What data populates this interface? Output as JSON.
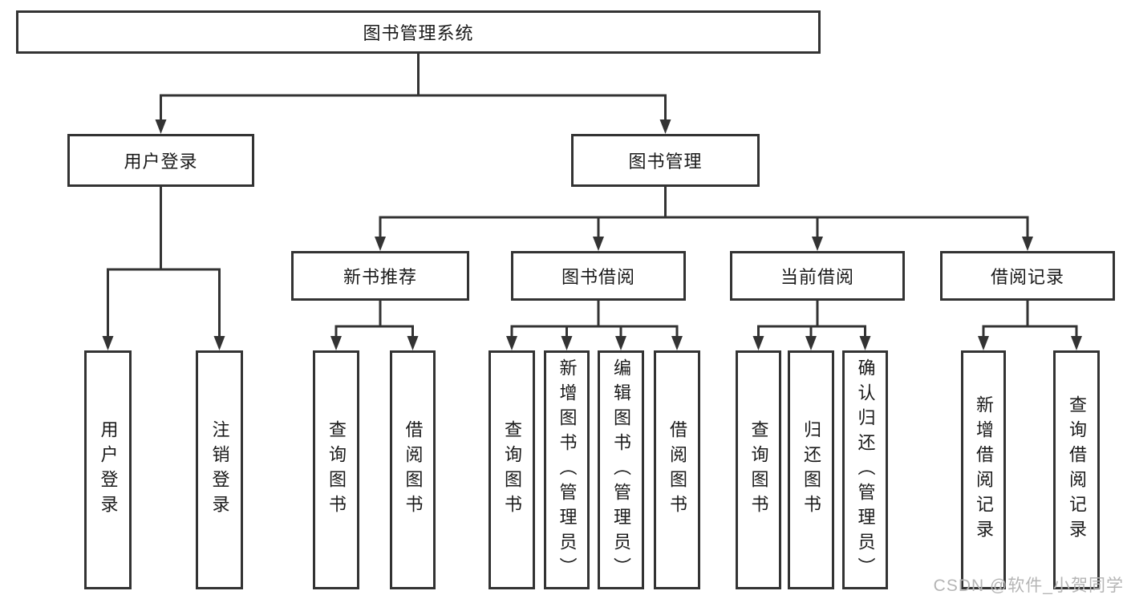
{
  "tree": {
    "label": "图书管理系统",
    "children": [
      {
        "label": "用户登录",
        "children": [
          {
            "label": "用户登录"
          },
          {
            "label": "注销登录"
          }
        ]
      },
      {
        "label": "图书管理",
        "children": [
          {
            "label": "新书推荐",
            "children": [
              {
                "label": "查询图书"
              },
              {
                "label": "借阅图书"
              }
            ]
          },
          {
            "label": "图书借阅",
            "children": [
              {
                "label": "查询图书"
              },
              {
                "label": "新增图书（管理员）"
              },
              {
                "label": "编辑图书（管理员）"
              },
              {
                "label": "借阅图书"
              }
            ]
          },
          {
            "label": "当前借阅",
            "children": [
              {
                "label": "查询图书"
              },
              {
                "label": "归还图书"
              },
              {
                "label": "确认归还（管理员）"
              }
            ]
          },
          {
            "label": "借阅记录",
            "children": [
              {
                "label": "新增借阅记录"
              },
              {
                "label": "查询借阅记录"
              }
            ]
          }
        ]
      }
    ]
  },
  "watermark": {
    "text": "CSDN @软件_小贺同学"
  },
  "colors": {
    "line": "#333333",
    "text": "#1a1a1a",
    "watermark": "#b5b5b5",
    "background": "#ffffff"
  }
}
